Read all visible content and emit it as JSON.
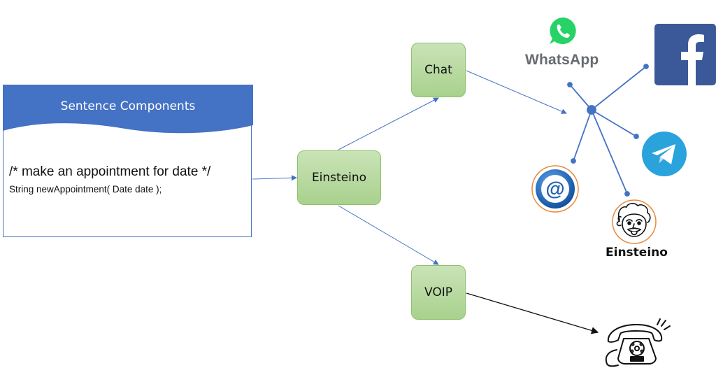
{
  "card": {
    "title": "Sentence Components",
    "comment": "/* make an appointment for date */",
    "code": "String newAppointment( Date date );"
  },
  "nodes": {
    "einsteino": "Einsteino",
    "chat": "Chat",
    "voip": "VOIP"
  },
  "channels": {
    "whatsapp": "WhatsApp",
    "einsteino": "Einsteino"
  },
  "icons": {
    "whatsapp": "whatsapp-icon",
    "facebook": "facebook-icon",
    "telegram": "telegram-icon",
    "email": "email-icon",
    "einstein": "einstein-icon",
    "telephone": "telephone-icon"
  },
  "colors": {
    "accent": "#4472c4",
    "node_fill": "#a9d18e",
    "whatsapp": "#25d366",
    "facebook": "#3b5998",
    "telegram": "#2aa3dd",
    "email": "#1c5fae"
  }
}
